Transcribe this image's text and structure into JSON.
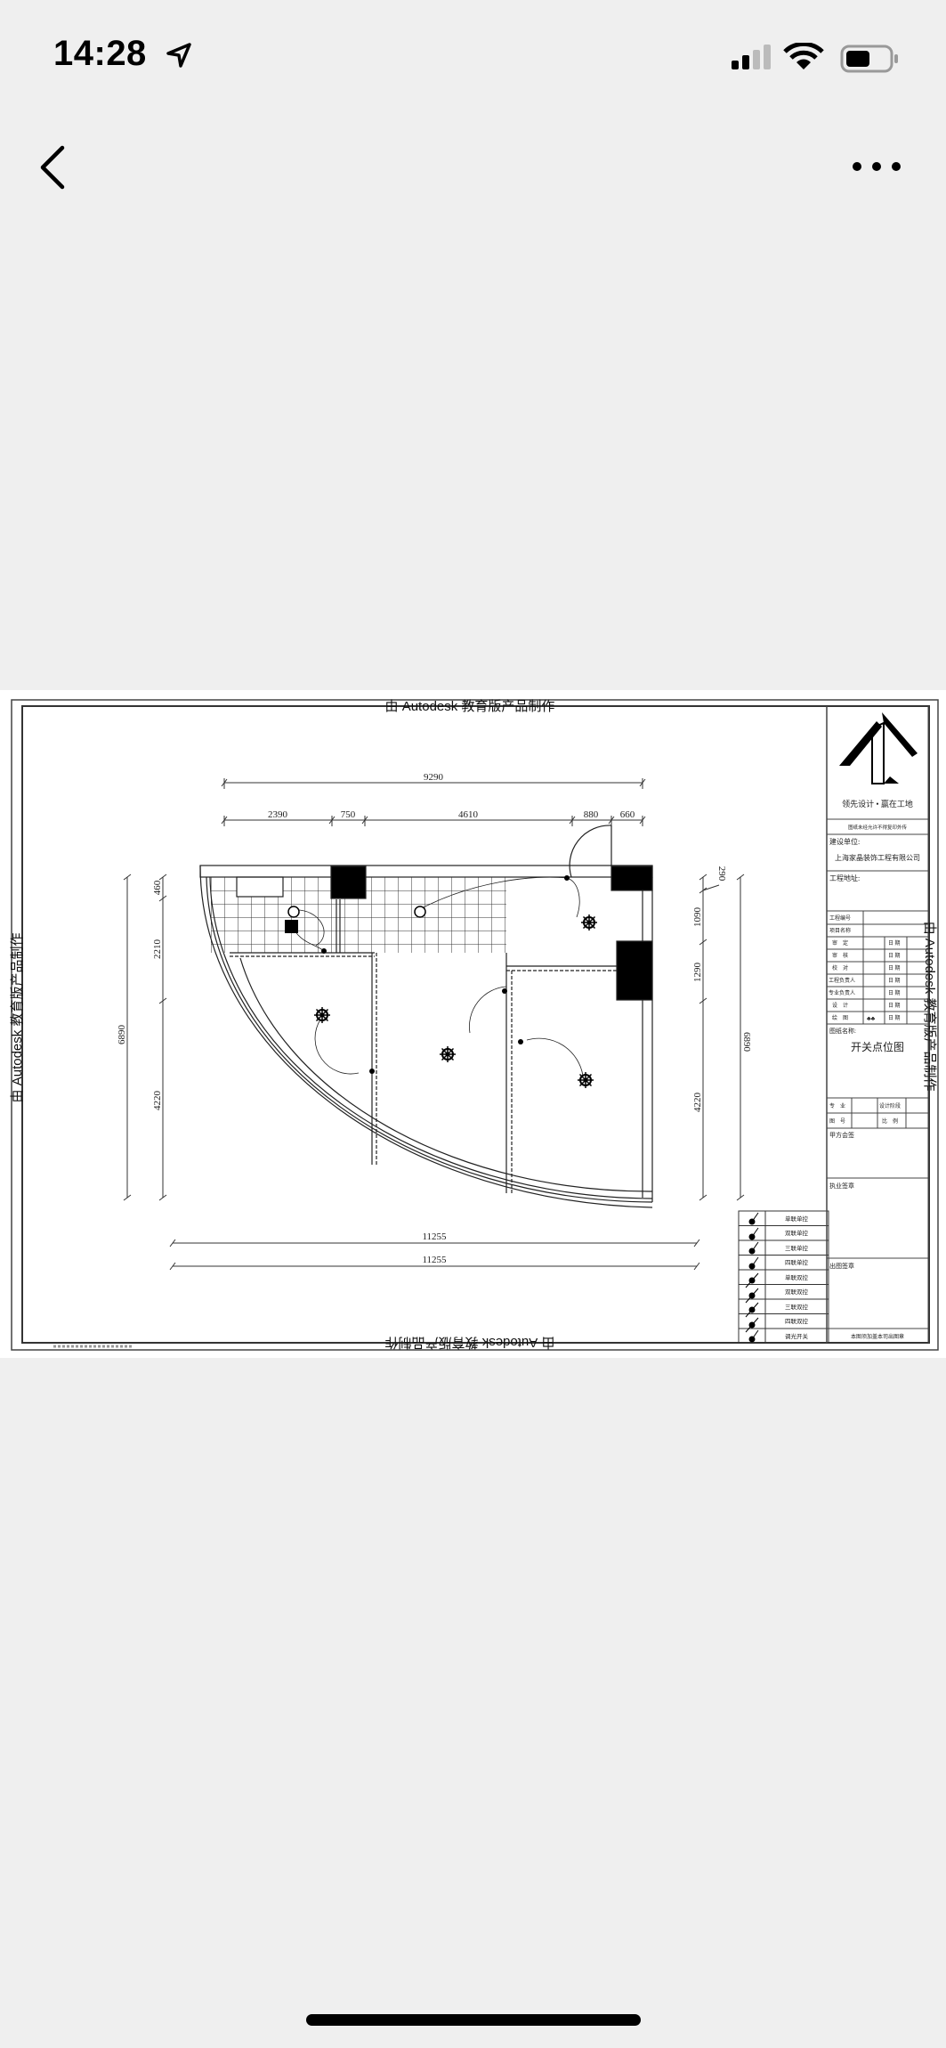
{
  "status_bar": {
    "time": "14:28"
  },
  "nav": {
    "back_icon": "chevron-left-icon",
    "more_icon": "ellipsis-icon"
  },
  "drawing": {
    "watermark": "由 Autodesk 教育版产品制作",
    "dims_top": {
      "overall": "9290",
      "segments": [
        "2390",
        "750",
        "4610",
        "880",
        "660"
      ]
    },
    "dims_left": {
      "overall": "6890",
      "segments": [
        "460",
        "2210",
        "4220"
      ]
    },
    "dims_right": {
      "overall": "6890",
      "segments": [
        "290",
        "1090",
        "1290",
        "4220"
      ]
    },
    "dims_bottom": [
      "11255",
      "11255"
    ]
  },
  "title_block": {
    "slogan": "领先设计 • 赢在工地",
    "notice": "图纸未经允许不得复印外传",
    "client_label": "建设单位:",
    "client": "上海家晶装饰工程有限公司",
    "address_label": "工程地址:",
    "rows": [
      {
        "label": "工程编号"
      },
      {
        "label": "项目名称"
      },
      {
        "label": "审　定",
        "date": "日 期"
      },
      {
        "label": "审　核",
        "date": "日 期"
      },
      {
        "label": "校　对",
        "date": "日 期"
      },
      {
        "label": "工程负责人",
        "date": "日 期"
      },
      {
        "label": "专业负责人",
        "date": "日 期"
      },
      {
        "label": "设　计",
        "date": "日 期"
      },
      {
        "label": "绘　图",
        "date": "日 期"
      }
    ],
    "drawing_name_label": "图纸名称:",
    "drawing_name": "开关点位图",
    "major_label": "专　业",
    "phase_label": "设计阶段",
    "number_label": "图　号",
    "scale_label": "比　例",
    "client_sign": "甲方会签",
    "license_seal": "执业签章",
    "issue_seal": "出图签章",
    "footer": "本图须加盖本司出图章"
  },
  "legend": [
    "单联单控",
    "双联单控",
    "三联单控",
    "四联单控",
    "单联双控",
    "双联双控",
    "三联双控",
    "四联双控",
    "调光开关"
  ]
}
